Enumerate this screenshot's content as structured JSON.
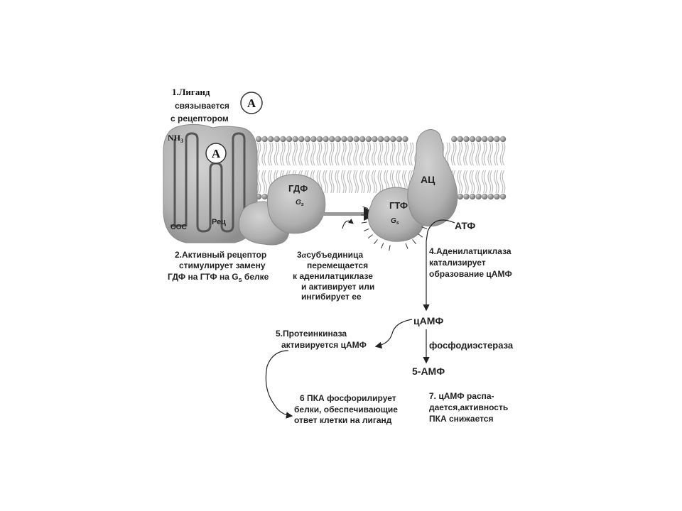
{
  "steps": {
    "s1": [
      "1.Лиганд",
      "связывается",
      "с рецептором"
    ],
    "s2": [
      "2.Активный рецептор",
      "стимулирует замену",
      "ГДФ на ГТФ на G",
      "s",
      " белке"
    ],
    "s3": [
      "3",
      "α",
      "субъединица",
      "перемещается",
      "к аденилатциклазе",
      "и активирует или",
      "ингибирует ее"
    ],
    "s4": [
      "4.Аденилатциклаза",
      "катализирует",
      "образование цАМФ"
    ],
    "s5": [
      "5.Протеинкиназа",
      "активируется цАМФ"
    ],
    "s6": [
      "6 ПКА фосфорилирует",
      "белки, обеспечивающие",
      "ответ клетки на  лиганд"
    ],
    "s7": [
      "7. цАМФ распа-",
      "дается,активность",
      "ПКА снижается"
    ]
  },
  "labels": {
    "ligand": "A",
    "nh3": "NH",
    "nh3_sub": "3",
    "coo": "OOC",
    "receptor": "Рец",
    "gdp": "ГДФ",
    "gtp": "ГТФ",
    "gs": "G",
    "gs_sub": "s",
    "ac": "АЦ",
    "atp": "АТФ",
    "camp": "цАМФ",
    "pde": "фосфодиэстераза",
    "amp5": "5-АМФ"
  },
  "colors": {
    "membrane_head": "#8a8a8a",
    "protein": "#b4b4b4",
    "protein_dark": "#9a9a9a",
    "text": "#222222"
  }
}
